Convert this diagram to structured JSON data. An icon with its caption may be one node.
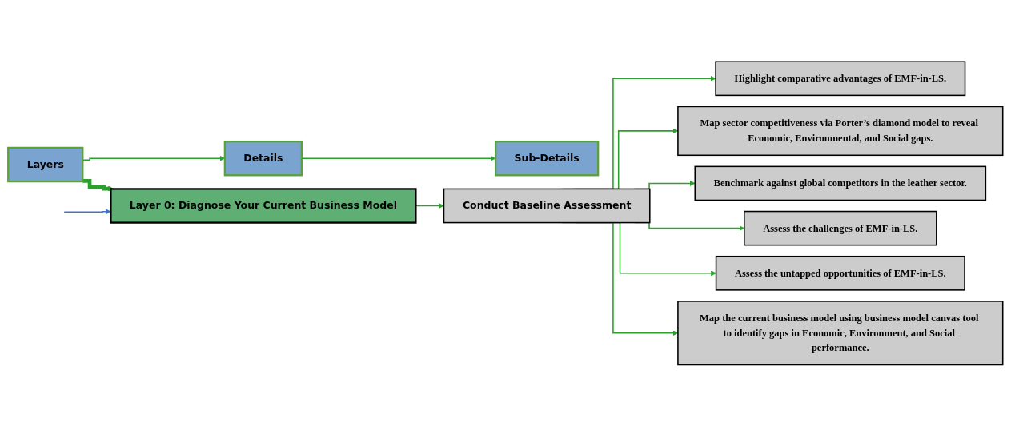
{
  "diagram": {
    "nodes": [
      {
        "text": [
          "Layers"
        ]
      },
      {
        "text": [
          "Details"
        ]
      },
      {
        "text": [
          "Sub-Details"
        ]
      },
      {
        "text": [
          "Layer 0: Diagnose Your Current Business Model"
        ]
      },
      {
        "text": [
          "Conduct Baseline Assessment"
        ]
      },
      {
        "text": [
          "Highlight comparative advantages of EMF-in-LS."
        ]
      },
      {
        "text": [
          "Map sector competitiveness via Porter’s diamond model to reveal Economic, Environmental, and Social gaps."
        ]
      },
      {
        "text": [
          "Benchmark against global competitors in the leather sector."
        ]
      },
      {
        "text": [
          "Assess the challenges of EMF-in-LS."
        ]
      },
      {
        "text": [
          "Assess the untapped opportunities of EMF-in-LS."
        ]
      },
      {
        "text": [
          "Map the current business model using business model canvas tool to identify gaps in Economic, Environment, and Social performance."
        ]
      }
    ],
    "edges": [
      {
        "from": 0,
        "to": 1,
        "arrow": "to"
      },
      {
        "from": 1,
        "to": 2,
        "arrow": "to"
      },
      {
        "from": 0,
        "to": 3,
        "arrow": "to",
        "style": "thick"
      },
      {
        "from": null,
        "to": 3,
        "arrow": "to",
        "color": "#4472c4"
      },
      {
        "from": 3,
        "to": 4,
        "arrow": "to"
      },
      {
        "from": 4,
        "to": 5,
        "arrow": "to"
      },
      {
        "from": 4,
        "to": 6,
        "arrow": "to"
      },
      {
        "from": 4,
        "to": 7,
        "arrow": "to"
      },
      {
        "from": 4,
        "to": 8,
        "arrow": "to"
      },
      {
        "from": 4,
        "to": 9,
        "arrow": "to"
      },
      {
        "from": 4,
        "to": 10,
        "arrow": "to"
      }
    ]
  }
}
